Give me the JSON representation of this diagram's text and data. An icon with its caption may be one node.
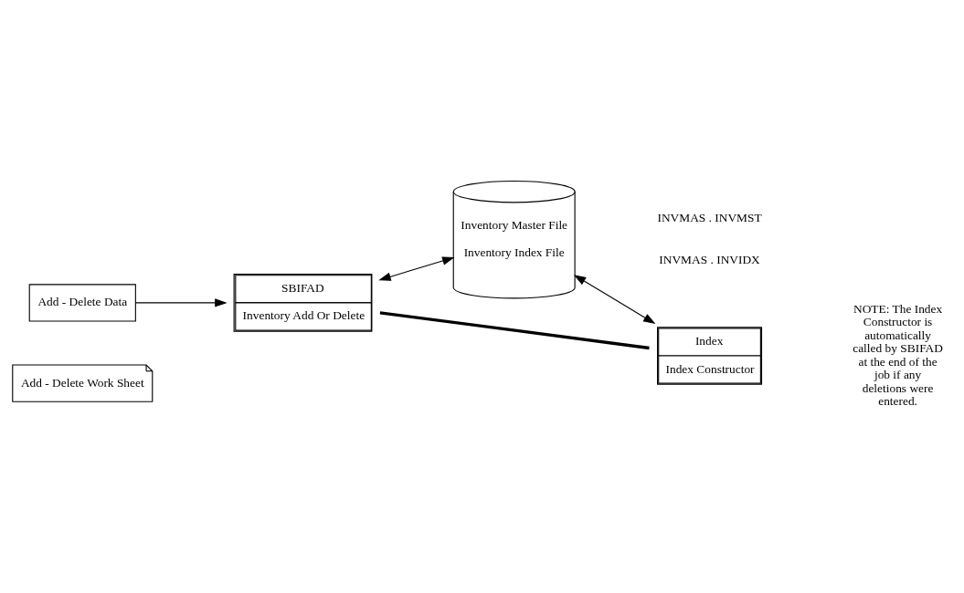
{
  "diagram": {
    "nodes": [
      {
        "text": [
          "Add - Delete Work Sheet"
        ]
      },
      {
        "text": [
          "Add - Delete Data"
        ]
      },
      {
        "text": [
          "SBIFAD",
          "Inventory Add Or Delete"
        ]
      },
      {
        "text": [
          "Inventory Master File",
          "Inventory Index File"
        ],
        "beside": [
          "INVMAS . INVMST",
          "INVMAS . INVIDX"
        ]
      },
      {
        "text": [
          "Index",
          "Index Constructor"
        ]
      }
    ],
    "edges": [
      {
        "from": 1,
        "to": 2,
        "arrow": "to"
      },
      {
        "from": 2,
        "to": 3,
        "arrow": "both"
      },
      {
        "from": 3,
        "to": 4,
        "arrow": "both"
      },
      {
        "from": 2,
        "to": 4,
        "arrow": "none",
        "style": "thick"
      }
    ],
    "labels": [
      "NOTE: The Index Constructor is automatically called by SBIFAD at the end of the job if any deletions were entered."
    ]
  }
}
